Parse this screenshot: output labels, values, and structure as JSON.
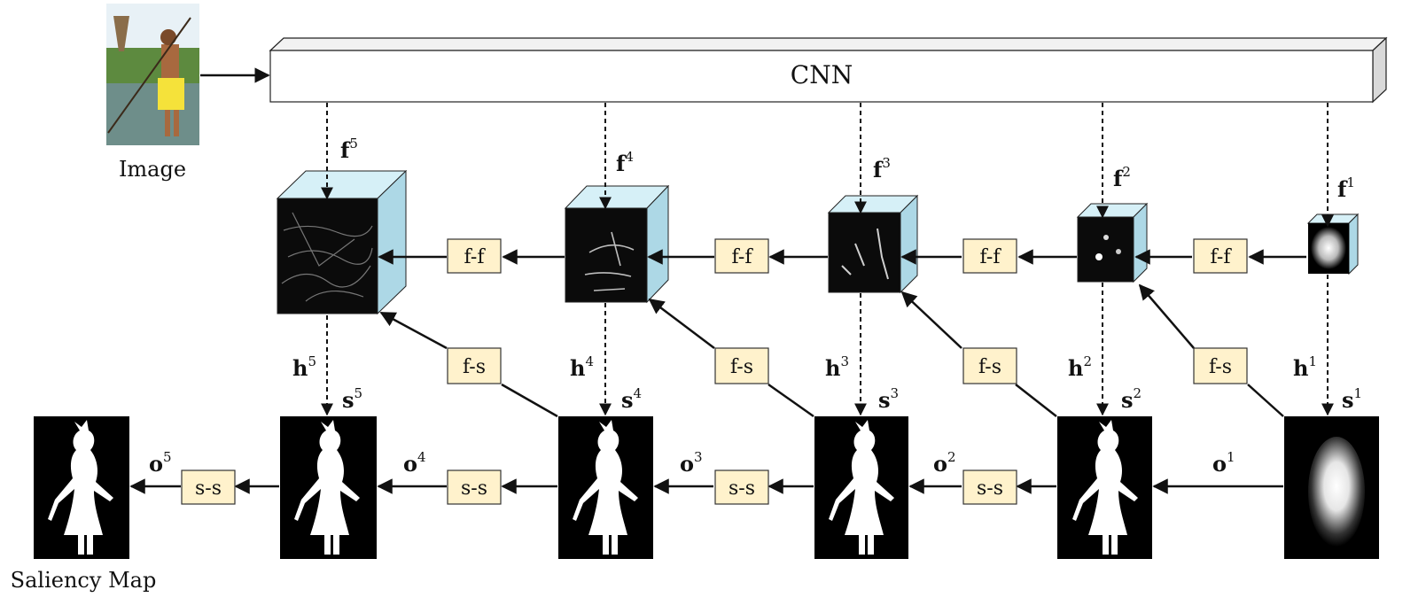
{
  "backbone": {
    "label": "CNN"
  },
  "input": {
    "caption": "Image"
  },
  "output": {
    "caption": "Saliency Map"
  },
  "modules": {
    "ff": "f-f",
    "fs": "f-s",
    "ss": "s-s"
  },
  "features": [
    {
      "base": "f",
      "sup": "1"
    },
    {
      "base": "f",
      "sup": "2"
    },
    {
      "base": "f",
      "sup": "3"
    },
    {
      "base": "f",
      "sup": "4"
    },
    {
      "base": "f",
      "sup": "5"
    }
  ],
  "hidden": [
    {
      "base": "h",
      "sup": "1"
    },
    {
      "base": "h",
      "sup": "2"
    },
    {
      "base": "h",
      "sup": "3"
    },
    {
      "base": "h",
      "sup": "4"
    },
    {
      "base": "h",
      "sup": "5"
    }
  ],
  "saliency": [
    {
      "base": "s",
      "sup": "1"
    },
    {
      "base": "s",
      "sup": "2"
    },
    {
      "base": "s",
      "sup": "3"
    },
    {
      "base": "s",
      "sup": "4"
    },
    {
      "base": "s",
      "sup": "5"
    }
  ],
  "outputs": [
    {
      "base": "o",
      "sup": "1"
    },
    {
      "base": "o",
      "sup": "2"
    },
    {
      "base": "o",
      "sup": "3"
    },
    {
      "base": "o",
      "sup": "4"
    },
    {
      "base": "o",
      "sup": "5"
    }
  ],
  "colors": {
    "cnn_face": "#ffffff",
    "cnn_edge": "#222222",
    "cube_side": "#add8e6",
    "cube_top": "#d6f0f7",
    "module_fill": "#fff2cc",
    "module_edge": "#333333",
    "map_bg": "#000000",
    "map_fg": "#ffffff"
  }
}
